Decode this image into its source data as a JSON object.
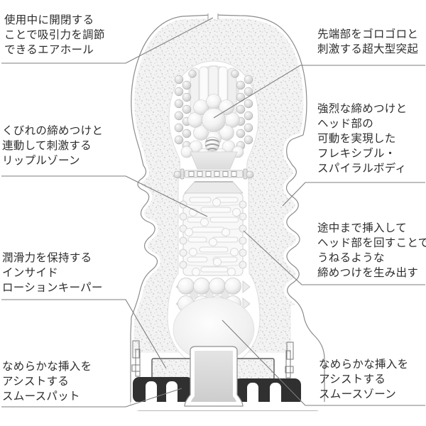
{
  "diagram": {
    "subject": "cup-product-cross-section",
    "colors": {
      "background": "#ffffff",
      "leader_line": "#7d7d7d",
      "text": "#2d2d2d",
      "outline": "#8c8c8c",
      "stipple_dot": "#c9c9c9",
      "band_outline": "#3f3f3f",
      "shadow_dark": "#303030"
    }
  },
  "callouts": [
    {
      "id": "air-hole",
      "lines": [
        "使用中に開閉する",
        "ことで吸引力を調節",
        "できるエアホール"
      ]
    },
    {
      "id": "giant-nub",
      "lines": [
        "先端部をゴロゴロと",
        "刺激する超大型突起"
      ]
    },
    {
      "id": "ripple-zone",
      "lines": [
        "くびれの締めつけと",
        "連動して刺激する",
        "リップルゾーン"
      ]
    },
    {
      "id": "flexible-spiral-body",
      "lines": [
        "強烈な締めつけと",
        "ヘッド部の",
        "可動を実現した",
        "フレキシブル・",
        "スパイラルボディ"
      ]
    },
    {
      "id": "rotate-head",
      "lines": [
        "途中まで挿入して",
        "ヘッド部を回すことで",
        "うねるような",
        "締めつけを生み出す"
      ]
    },
    {
      "id": "lotion-keeper",
      "lines": [
        "潤滑力を保持する",
        "インサイド",
        "ローションキーパー"
      ]
    },
    {
      "id": "smooth-pad",
      "lines": [
        "なめらかな挿入を",
        "アシストする",
        "スムースパット"
      ]
    },
    {
      "id": "smooth-zone",
      "lines": [
        "なめらかな挿入を",
        "アシストする",
        "スムースゾーン"
      ]
    }
  ]
}
